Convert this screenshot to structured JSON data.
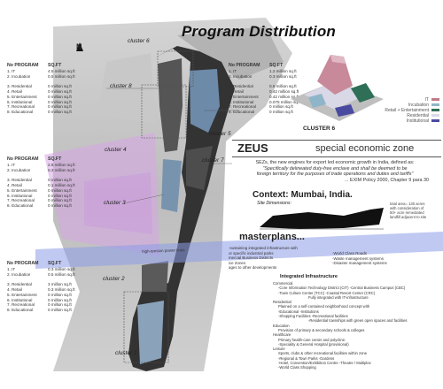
{
  "title": "Program Distribution",
  "north_label": "N",
  "cluster_labels": [
    "cluster 6",
    "cluster 8",
    "cluster 5",
    "cluster 4",
    "cluster 7",
    "cluster 3",
    "cluster 2",
    "cluster 1"
  ],
  "power_line_label": "high-tension power lines",
  "tables": {
    "header_program": "No PROGRAM",
    "header_sqft": "SQ.FT",
    "top_left": {
      "rows": [
        [
          "1. IT",
          "4.5 million sq.ft"
        ],
        [
          "2. Incubation",
          "0.5 million sq.ft"
        ],
        [
          "",
          ""
        ],
        [
          "3. Residential",
          "0 million sq.ft"
        ],
        [
          "4. Retail",
          "0 million sq.ft"
        ],
        [
          "5. Entertainment",
          "0 million sq.ft"
        ],
        [
          "6. Institutional",
          "0 million sq.ft"
        ],
        [
          "7. Recreational",
          "0 million sq.ft"
        ],
        [
          "8. Educational",
          "0 million sq.ft"
        ]
      ]
    },
    "top_right": {
      "rows": [
        [
          "1. IT",
          "1.2 million sq.ft"
        ],
        [
          "2. Incubation",
          "0.3 million sq.ft"
        ],
        [
          "",
          ""
        ],
        [
          "3. Residential",
          "0.6 million sq.ft"
        ],
        [
          "4. Retail",
          "0.42 million sq.ft"
        ],
        [
          "5. Entertainment",
          "0.42 million sq.ft"
        ],
        [
          "6. Institutional",
          "0.075 million sq.ft"
        ],
        [
          "7. Recreational",
          "0 million sq.ft"
        ],
        [
          "8. Educational",
          "0 million sq.ft"
        ]
      ]
    },
    "mid_left": {
      "rows": [
        [
          "1. IT",
          "2.8 million sq.ft"
        ],
        [
          "2. Incubation",
          "0.3 million sq.ft"
        ],
        [
          "",
          ""
        ],
        [
          "3. Residential",
          "0 million sq.ft"
        ],
        [
          "4. Retail",
          "0.1 million sq.ft"
        ],
        [
          "5. Entertainment",
          "0 million sq.ft"
        ],
        [
          "6. Institutional",
          "0 million sq.ft"
        ],
        [
          "7. Recreational",
          "0 million sq.ft"
        ],
        [
          "8. Educational",
          "0 million sq.ft"
        ]
      ]
    },
    "bottom_left": {
      "rows": [
        [
          "1. IT",
          "0.3 million sq.ft"
        ],
        [
          "2. Incubation",
          "0.5 million sq.ft"
        ],
        [
          "",
          ""
        ],
        [
          "3. Residential",
          "3 million sq.ft"
        ],
        [
          "4. Retail",
          "0.3 million sq.ft"
        ],
        [
          "5. Entertainment",
          "0 million sq.ft"
        ],
        [
          "6. Institutional",
          "0 million sq.ft"
        ],
        [
          "7. Recreational",
          "0 million sq.ft"
        ],
        [
          "8. Educational",
          "0 million sq.ft"
        ]
      ]
    }
  },
  "legend": {
    "caption": "CLUSTER 6",
    "items": [
      {
        "label": "IT",
        "color": "#c07a8a"
      },
      {
        "label": "Incubation",
        "color": "#8fb5c8"
      },
      {
        "label": "Retail + Entertainment",
        "color": "#2f6f57"
      },
      {
        "label": "Residential",
        "color": "#d9d9e8"
      },
      {
        "label": "Institutional",
        "color": "#4a4aa0"
      }
    ]
  },
  "zeus": {
    "title": "ZEUS",
    "subtitle": "special economic zone",
    "sez_lines": [
      "SEZs, the new engines for export led economic growth in India, defined as:",
      "\"Specifically delineated duty-free enclave and shall be deemed to be",
      "foreign territory for the purposes of trade operations and duties and tariffs\"",
      "... EXIM Policy 2000, Chapter 9 para 30"
    ]
  },
  "context": {
    "title": "Context: Mumbai, India.",
    "site_dimensions": "Site Dimensions:",
    "area_note": [
      "total area= 130 acres",
      "with consideration of",
      "50+ acre remediated",
      "landfill adjacent to site"
    ]
  },
  "masterplans": {
    "title": "masterplans...",
    "left_lines": [
      "-sustaining integrated infrastructure with",
      "or specific industrial parks",
      "mercial Business Districts",
      "ice Zones",
      "ages to other developments"
    ],
    "right_lines": [
      "-World Class Roads",
      "-Waste management systems",
      "-Disaster management systems"
    ]
  },
  "infrastructure": {
    "heading": "Integrated Infrastructure",
    "lines": [
      "Commercial",
      "-Core Information Technology District (CIT)   -Central Business Campus (CBC)",
      "-Town Culture Center (TCC)   -Coastal Resort Center (CRC)",
      "Fully integrated with IT-infrastructure",
      "Residential",
      "Planned on a self-contained neighborhood concept with",
      "-Educational   -Institutions",
      "-Shopping Facilities   -Recreational facilities",
      "-Residential townships with green open spaces and facilities",
      "Education",
      "Provision of primary & secondary schools & colleges",
      "Healthcare",
      "Primary health-care center and polyclinic",
      "-Speciality & General Hospital (provisional)",
      "Leisure",
      "Sports, clubs & other recreational facilities within zone",
      "-Regional & Town Parks   -Gardens",
      "-Hotel, Convention/Exhibition Centre   -Theatre / Multiplex",
      "-World Class Shopping"
    ]
  }
}
